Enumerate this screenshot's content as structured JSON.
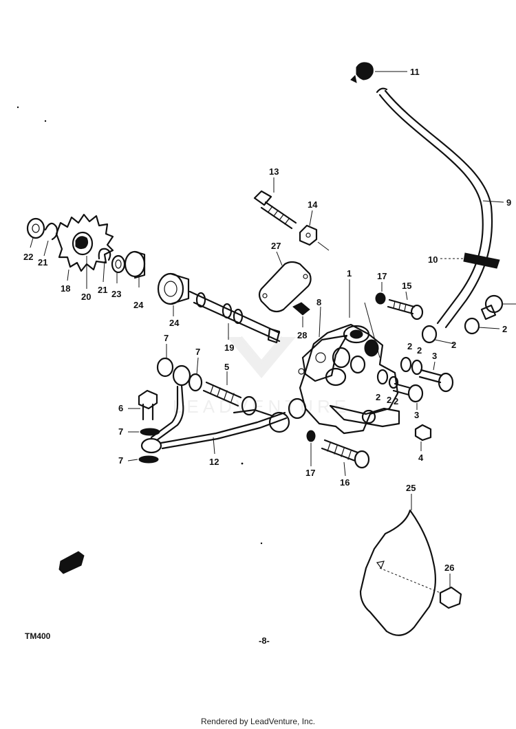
{
  "footer": {
    "code": "TM400",
    "page_number": "-8-",
    "rendered_by": "Rendered by LeadVenture, Inc."
  },
  "watermark": {
    "brand": "LEADVENTURE"
  },
  "callouts": [
    {
      "id": "c11",
      "label": "11"
    },
    {
      "id": "c9",
      "label": "9"
    },
    {
      "id": "c13",
      "label": "13"
    },
    {
      "id": "c14",
      "label": "14"
    },
    {
      "id": "c22",
      "label": "22"
    },
    {
      "id": "c21a",
      "label": "21"
    },
    {
      "id": "c18",
      "label": "18"
    },
    {
      "id": "c20",
      "label": "20"
    },
    {
      "id": "c21b",
      "label": "21"
    },
    {
      "id": "c23",
      "label": "23"
    },
    {
      "id": "c24a",
      "label": "24"
    },
    {
      "id": "c27",
      "label": "27"
    },
    {
      "id": "c10",
      "label": "10"
    },
    {
      "id": "c17a",
      "label": "17"
    },
    {
      "id": "c15",
      "label": "15"
    },
    {
      "id": "c1",
      "label": "1"
    },
    {
      "id": "c8",
      "label": "8"
    },
    {
      "id": "c24b",
      "label": "24"
    },
    {
      "id": "c19",
      "label": "19"
    },
    {
      "id": "c28",
      "label": "28"
    },
    {
      "id": "c2a",
      "label": "2"
    },
    {
      "id": "c2b",
      "label": "2"
    },
    {
      "id": "c2c",
      "label": "2"
    },
    {
      "id": "c2d",
      "label": "2"
    },
    {
      "id": "c2e",
      "label": "2"
    },
    {
      "id": "c2f",
      "label": "2"
    },
    {
      "id": "c2g",
      "label": "2"
    },
    {
      "id": "c3a",
      "label": "3"
    },
    {
      "id": "c3b",
      "label": "3"
    },
    {
      "id": "c7a",
      "label": "7"
    },
    {
      "id": "c7b",
      "label": "7"
    },
    {
      "id": "c5",
      "label": "5"
    },
    {
      "id": "c6",
      "label": "6"
    },
    {
      "id": "c7c",
      "label": "7"
    },
    {
      "id": "c7d",
      "label": "7"
    },
    {
      "id": "c12",
      "label": "12"
    },
    {
      "id": "c4",
      "label": "4"
    },
    {
      "id": "c17b",
      "label": "17"
    },
    {
      "id": "c16",
      "label": "16"
    },
    {
      "id": "c25",
      "label": "25"
    },
    {
      "id": "c26",
      "label": "26"
    }
  ]
}
